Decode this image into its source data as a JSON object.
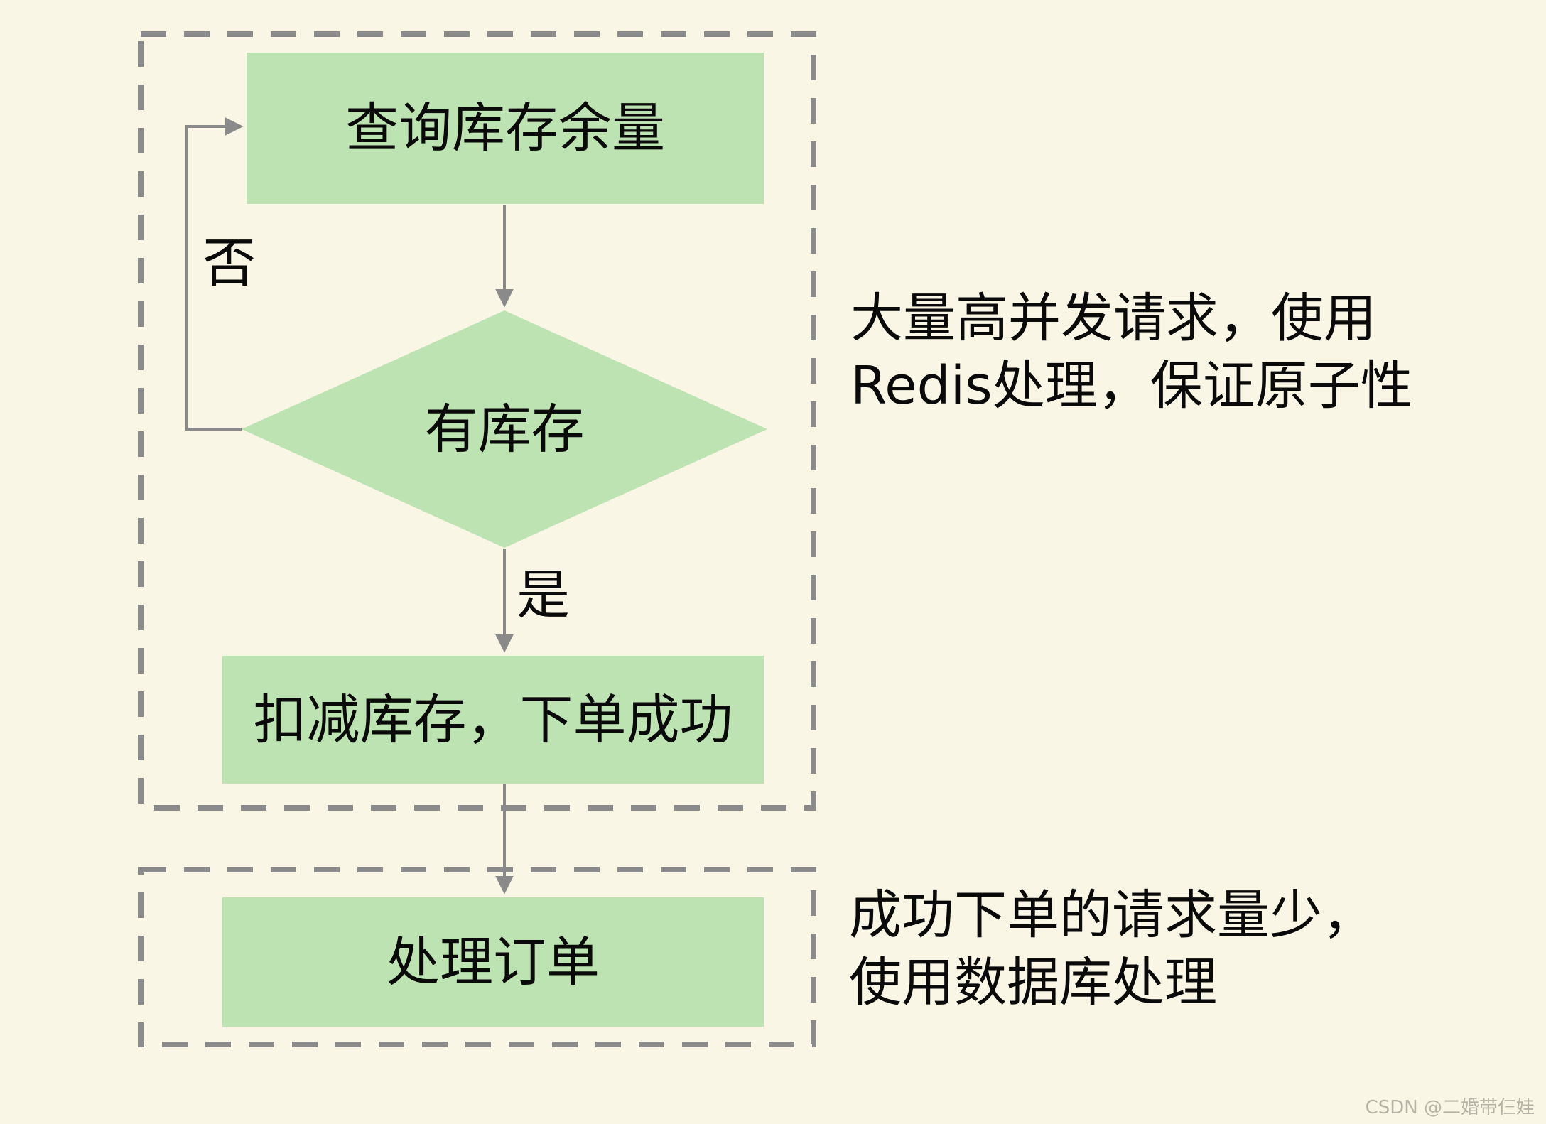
{
  "flowchart": {
    "phase1": {
      "nodes": {
        "query": "查询库存余量",
        "decision": "有库存",
        "deduct": "扣减库存，下单成功"
      },
      "edge_labels": {
        "no": "否",
        "yes": "是"
      },
      "annotation": {
        "line1": "大量高并发请求，使用",
        "line2": "Redis处理，保证原子性"
      }
    },
    "phase2": {
      "nodes": {
        "process": "处理订单"
      },
      "annotation": {
        "line1": "成功下单的请求量少，",
        "line2": "使用数据库处理"
      }
    }
  },
  "watermark": "CSDN @二婚带仨娃",
  "colors": {
    "background": "#F9F6E5",
    "node_fill": "#BEE3B2",
    "dashed_border": "#8B8B8B",
    "arrow": "#8A8A8A",
    "text": "#0A0A0A",
    "watermark": "#B6B3A6"
  }
}
